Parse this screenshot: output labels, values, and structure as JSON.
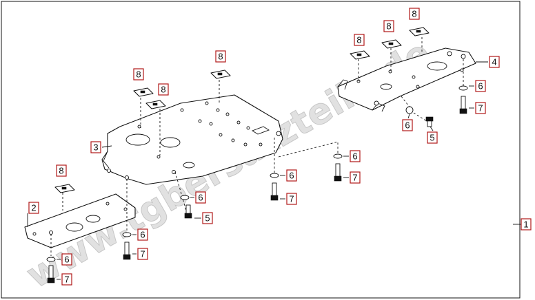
{
  "watermark": "www.tgbersatzteile.de",
  "callouts": {
    "c1": "1",
    "c2": "2",
    "c3": "3",
    "c4": "4",
    "c5": "5",
    "c5b": "5",
    "c6": "6",
    "c7": "7",
    "c8": "8"
  },
  "colors": {
    "callout_border": "#b01818",
    "line": "#111111",
    "watermark": "#c8c8c8"
  }
}
